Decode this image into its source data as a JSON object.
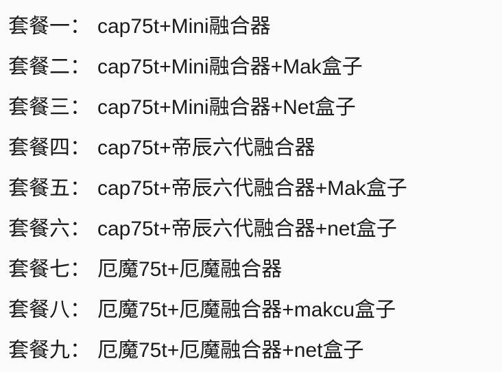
{
  "page": {
    "background_color": "#fbfbfb",
    "text_color": "#1b1b1b"
  },
  "list": {
    "items": [
      {
        "label": "套餐一：",
        "value": "cap75t+Mini融合器"
      },
      {
        "label": "套餐二：",
        "value": "cap75t+Mini融合器+Mak盒子"
      },
      {
        "label": "套餐三：",
        "value": "cap75t+Mini融合器+Net盒子"
      },
      {
        "label": "套餐四：",
        "value": "cap75t+帝辰六代融合器"
      },
      {
        "label": "套餐五：",
        "value": "cap75t+帝辰六代融合器+Mak盒子"
      },
      {
        "label": "套餐六：",
        "value": "cap75t+帝辰六代融合器+net盒子"
      },
      {
        "label": "套餐七：",
        "value": "厄魔75t+厄魔融合器"
      },
      {
        "label": "套餐八：",
        "value": "厄魔75t+厄魔融合器+makcu盒子"
      },
      {
        "label": "套餐九：",
        "value": "厄魔75t+厄魔融合器+net盒子"
      }
    ]
  }
}
